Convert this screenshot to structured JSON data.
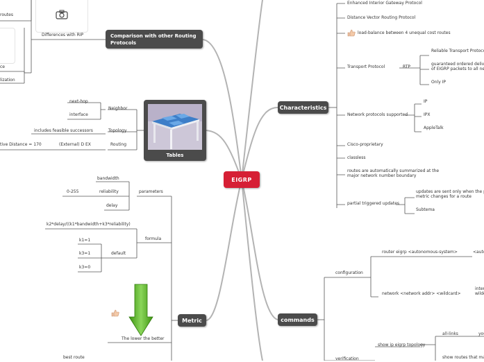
{
  "root": "EIGRP",
  "topics": {
    "comparison": "Comparison with other Routing Protocols",
    "tables": "Tables",
    "metric": "Metric",
    "characteristics": "Characteristics",
    "commands": "commands"
  },
  "comparison": {
    "diff_rip": "Differences with RIP",
    "routes_frag": "routes",
    "ce_frag": "ce",
    "lization_frag": "lization"
  },
  "tables": {
    "neighbor": "Neighbor",
    "next_hop": "next-hop",
    "interface": "interface",
    "topology": "Topology",
    "feasible": "includes feasible successors",
    "routing": "Routing",
    "external": "(External) D EX",
    "admin_distance": "tive Distance = 170"
  },
  "metric": {
    "parameters": "parameters",
    "bandwidth": "bandwidth",
    "reliability": "reliability",
    "range": "0-255",
    "delay": "delay",
    "formula": "formula",
    "formula_text": "k2*delay/((k1*bandwidth+k3*reliability)",
    "default": "default",
    "k1": "k1=1",
    "k3": "k3=1",
    "k3b": "k3=0",
    "lower_better": "The lower the better",
    "best_route": "best route"
  },
  "characteristics": {
    "enhanced": "Enhanced Interior Gateway Protocol",
    "distance_vector": "Distance Vector Routing Protocol",
    "load_balance": "load-balance between 4 unequal cost routes",
    "transport": "Transport Protocol",
    "rtp": "RTP",
    "reliable": "Reliable Transport Protocol",
    "guaranteed_1": "guaranteed ordered deliver",
    "guaranteed_2": "of EIGRP packets to all neig",
    "only_ip": "Only IP",
    "network_protocols": "Network protocols supported",
    "ip": "IP",
    "ipx": "IPX",
    "appletalk": "AppleTalk",
    "cisco": "Cisco-proprietary",
    "classless": "classless",
    "summarized_1": "routes are automatically summarized at the",
    "summarized_2": "major network number boundary",
    "partial": "partial triggered updates",
    "updates_1": "updates are sent only when the path",
    "updates_2": "metric changes for a route",
    "subtema": "Subtema"
  },
  "commands": {
    "configuration": "configuration",
    "router_eigrp": "router eigrp <autonomous-system>",
    "auto_frag": "<auto",
    "network_cmd": "network <network addr> <wildcard>",
    "inter_frag": "inter",
    "wildc_frag": "wildc",
    "verification": "verification",
    "show_topology": "show ip eigrp topology",
    "all_links": "all-links",
    "you_frag": "you",
    "show_routes": "show routes that mat"
  },
  "colors": {
    "root": "#d61f35",
    "topic": "#4b4b4b",
    "connector": "#b3b3b3",
    "branch": "#555555",
    "arrow": "#55b51b"
  },
  "icons": [
    "camera-icon",
    "thumbs-up-icon",
    "down-arrow-icon",
    "table-image"
  ]
}
